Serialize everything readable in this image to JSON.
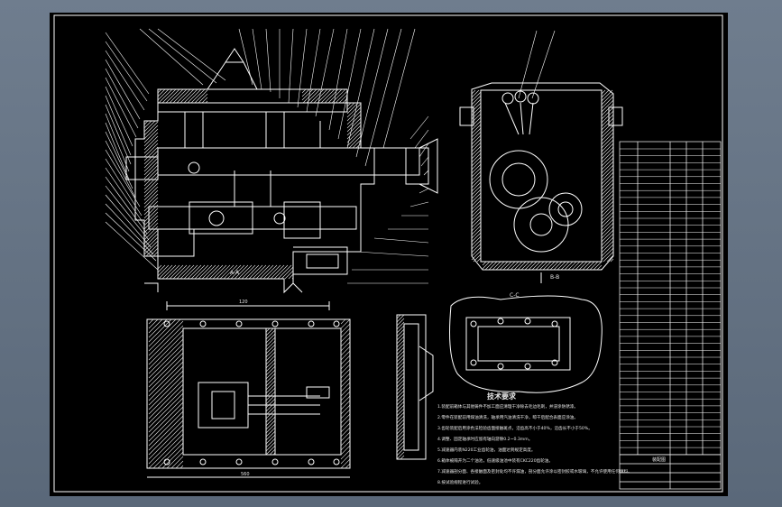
{
  "drawing": {
    "tech_title": "技术要求",
    "section_label_top": "A-A",
    "section_label_right": "B-B",
    "section_label_mid": "C-C",
    "dimension_bottom": "560",
    "dimension_top": "120",
    "tech_lines": [
      "1.装配前箱体与其他铸件不加工面应清理干净除去毛边毛刺，并浸涂防锈漆。",
      "2.零件在装配前用煤油清洗，轴承用汽油清洗干净，晾干后配合表面应涂油。",
      "3.齿轮装配后用涂色法检验齿面接触斑点，沿齿高不小于40%，沿齿长不小于50%。",
      "4.调整、固定轴承时应留有轴向游隙0.2~0.3mm。",
      "5.减速器内装N220工业齿轮油，油面达到规定高度。",
      "6.箱体被隔开为二个油池，低速级油池中装有CKC220齿轮油。",
      "7.减速器剖分面、各接触面及密封处均不许漏油，剖分面允许涂以密封胶或水玻璃，不允许使用任何填料。",
      "8.按试验规程进行试验。"
    ],
    "title_block_label": "装配图"
  }
}
